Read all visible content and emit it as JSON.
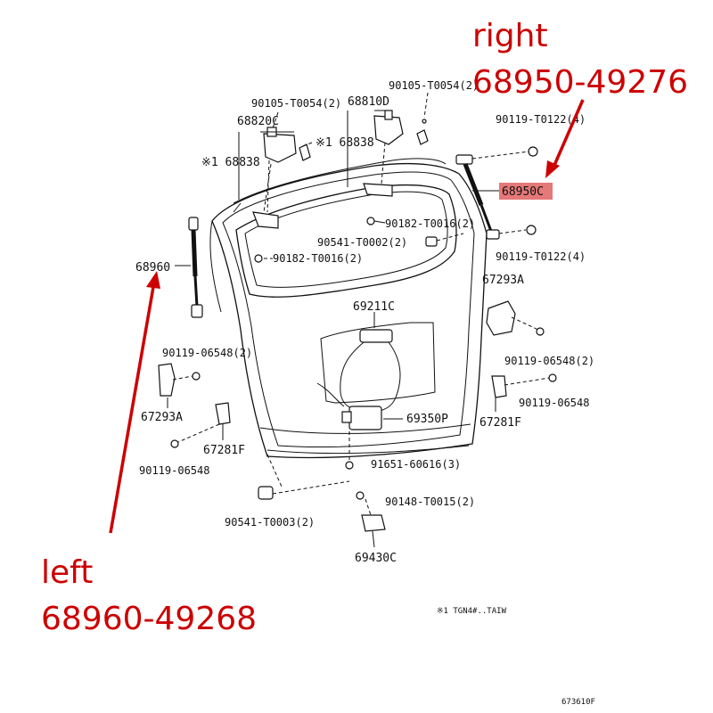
{
  "callouts": {
    "right_title": "right",
    "right_part": "68950-49276",
    "left_title": "left",
    "left_part": "68960-49268",
    "highlight_color": "#e06060",
    "arrow_color": "#cc0000"
  },
  "labels": {
    "l_90105_left": "90105-T0054(2)",
    "l_68810D": "68810D",
    "l_90105_right": "90105-T0054(2)",
    "l_68820C": "68820C",
    "l_68838_left": "※1 68838",
    "l_68838_mid": "※1 68838",
    "l_90119_T0122_top": "90119-T0122(4)",
    "l_68950C": "68950C",
    "l_90182_mid": "90182-T0016(2)",
    "l_90541_T0002": "90541-T0002(2)",
    "l_90182_left": "90182-T0016(2)",
    "l_90119_T0122_bot": "90119-T0122(4)",
    "l_68960": "68960",
    "l_67293A_right": "67293A",
    "l_69211C": "69211C",
    "l_90119_06548_left2": "90119-06548(2)",
    "l_90119_06548_right2": "90119-06548(2)",
    "l_90119_06548_right": "90119-06548",
    "l_67293A_left": "67293A",
    "l_69350P": "69350P",
    "l_67281F_right": "67281F",
    "l_67281F_left": "67281F",
    "l_90119_06548_left": "90119-06548",
    "l_91651": "91651-60616(3)",
    "l_90148": "90148-T0015(2)",
    "l_90541_T0003": "90541-T0003(2)",
    "l_69430C": "69430C",
    "footnote": "※1 TGN4#..TAIW",
    "figure_code": "673610F"
  }
}
